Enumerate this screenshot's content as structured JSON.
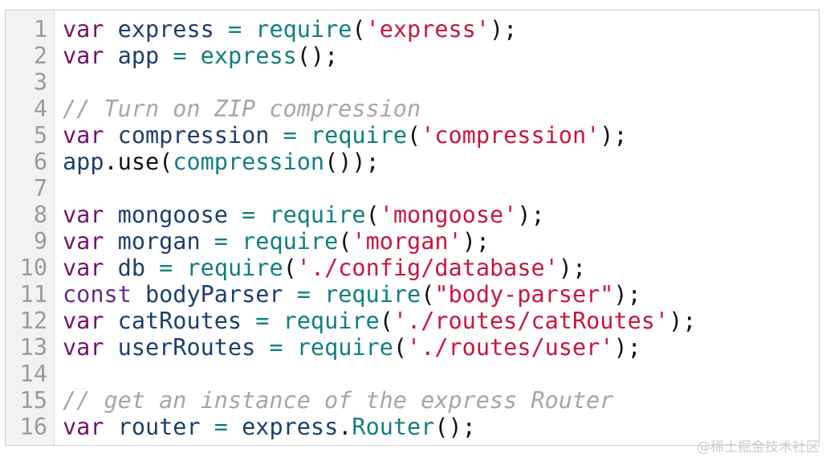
{
  "editor": {
    "lines": [
      {
        "n": "1",
        "tokens": [
          [
            "kw",
            "var"
          ],
          [
            "p",
            " "
          ],
          [
            "id",
            "express"
          ],
          [
            "p",
            " "
          ],
          [
            "op",
            "="
          ],
          [
            "p",
            " "
          ],
          [
            "fn",
            "require"
          ],
          [
            "p",
            "("
          ],
          [
            "str",
            "'express'"
          ],
          [
            "p",
            ");"
          ]
        ]
      },
      {
        "n": "2",
        "tokens": [
          [
            "kw",
            "var"
          ],
          [
            "p",
            " "
          ],
          [
            "id",
            "app"
          ],
          [
            "p",
            " "
          ],
          [
            "op",
            "="
          ],
          [
            "p",
            " "
          ],
          [
            "fn",
            "express"
          ],
          [
            "p",
            "();"
          ]
        ]
      },
      {
        "n": "3",
        "tokens": []
      },
      {
        "n": "4",
        "tokens": [
          [
            "cm",
            "// Turn on ZIP compression"
          ]
        ]
      },
      {
        "n": "5",
        "tokens": [
          [
            "kw",
            "var"
          ],
          [
            "p",
            " "
          ],
          [
            "id",
            "compression"
          ],
          [
            "p",
            " "
          ],
          [
            "op",
            "="
          ],
          [
            "p",
            " "
          ],
          [
            "fn",
            "require"
          ],
          [
            "p",
            "("
          ],
          [
            "str",
            "'compression'"
          ],
          [
            "p",
            ");"
          ]
        ]
      },
      {
        "n": "6",
        "tokens": [
          [
            "id",
            "app"
          ],
          [
            "p",
            "."
          ],
          [
            "mth",
            "use"
          ],
          [
            "p",
            "("
          ],
          [
            "fn",
            "compression"
          ],
          [
            "p",
            "());"
          ]
        ]
      },
      {
        "n": "7",
        "tokens": []
      },
      {
        "n": "8",
        "tokens": [
          [
            "kw",
            "var"
          ],
          [
            "p",
            " "
          ],
          [
            "id",
            "mongoose"
          ],
          [
            "p",
            " "
          ],
          [
            "op",
            "="
          ],
          [
            "p",
            " "
          ],
          [
            "fn",
            "require"
          ],
          [
            "p",
            "("
          ],
          [
            "str",
            "'mongoose'"
          ],
          [
            "p",
            ");"
          ]
        ]
      },
      {
        "n": "9",
        "tokens": [
          [
            "kw",
            "var"
          ],
          [
            "p",
            " "
          ],
          [
            "id",
            "morgan"
          ],
          [
            "p",
            " "
          ],
          [
            "op",
            "="
          ],
          [
            "p",
            " "
          ],
          [
            "fn",
            "require"
          ],
          [
            "p",
            "("
          ],
          [
            "str",
            "'morgan'"
          ],
          [
            "p",
            ");"
          ]
        ]
      },
      {
        "n": "10",
        "tokens": [
          [
            "kw",
            "var"
          ],
          [
            "p",
            " "
          ],
          [
            "id",
            "db"
          ],
          [
            "p",
            " "
          ],
          [
            "op",
            "="
          ],
          [
            "p",
            " "
          ],
          [
            "fn",
            "require"
          ],
          [
            "p",
            "("
          ],
          [
            "str",
            "'./config/database'"
          ],
          [
            "p",
            ");"
          ]
        ]
      },
      {
        "n": "11",
        "tokens": [
          [
            "const",
            "const"
          ],
          [
            "p",
            " "
          ],
          [
            "id",
            "bodyParser"
          ],
          [
            "p",
            " "
          ],
          [
            "op",
            "="
          ],
          [
            "p",
            " "
          ],
          [
            "fn",
            "require"
          ],
          [
            "p",
            "("
          ],
          [
            "str",
            "\"body-parser\""
          ],
          [
            "p",
            ");"
          ]
        ]
      },
      {
        "n": "12",
        "tokens": [
          [
            "kw",
            "var"
          ],
          [
            "p",
            " "
          ],
          [
            "id",
            "catRoutes"
          ],
          [
            "p",
            " "
          ],
          [
            "op",
            "="
          ],
          [
            "p",
            " "
          ],
          [
            "fn",
            "require"
          ],
          [
            "p",
            "("
          ],
          [
            "str",
            "'./routes/catRoutes'"
          ],
          [
            "p",
            ");"
          ]
        ]
      },
      {
        "n": "13",
        "tokens": [
          [
            "kw",
            "var"
          ],
          [
            "p",
            " "
          ],
          [
            "id",
            "userRoutes"
          ],
          [
            "p",
            " "
          ],
          [
            "op",
            "="
          ],
          [
            "p",
            " "
          ],
          [
            "fn",
            "require"
          ],
          [
            "p",
            "("
          ],
          [
            "str",
            "'./routes/user'"
          ],
          [
            "p",
            ");"
          ]
        ]
      },
      {
        "n": "14",
        "tokens": []
      },
      {
        "n": "15",
        "tokens": [
          [
            "cm",
            "// get an instance of the express Router"
          ]
        ]
      },
      {
        "n": "16",
        "tokens": [
          [
            "kw",
            "var"
          ],
          [
            "p",
            " "
          ],
          [
            "id",
            "router"
          ],
          [
            "p",
            " "
          ],
          [
            "op",
            "="
          ],
          [
            "p",
            " "
          ],
          [
            "id",
            "express"
          ],
          [
            "p",
            "."
          ],
          [
            "fn",
            "Router"
          ],
          [
            "p",
            "();"
          ]
        ]
      }
    ]
  },
  "watermark": "@稀土掘金技术社区",
  "colors": {
    "keyword": "#7a0f6e",
    "function": "#0f7f82",
    "string": "#c9163e",
    "comment": "#a6a6a6",
    "identifier": "#1b3f6e",
    "line_number": "#9a9a9a",
    "gutter_bg": "#f2f2f2"
  }
}
